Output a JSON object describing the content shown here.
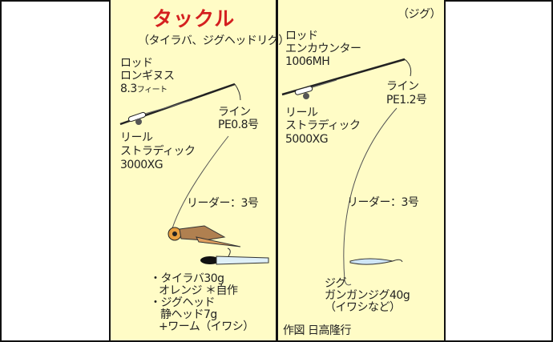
{
  "title": "タックル",
  "left": {
    "subtitle": "（タイラバ、ジグヘッドリグ）",
    "rod_label": "ロッド",
    "rod_name": "ロンギヌス",
    "rod_length": "8.3",
    "rod_unit": "フィート",
    "line_label": "ライン",
    "line_value": "PE0.8号",
    "reel_label": "リール",
    "reel_name": "ストラディック",
    "reel_model": "3000XG",
    "leader": "リーダー：3号",
    "lure1_line1": "・タイラバ30g",
    "lure1_line2": "オレンジ ＊自作",
    "lure2_line1": "・ジグヘッド",
    "lure2_line2": "静ヘッド7g",
    "lure2_line3": "+ワーム（イワシ）"
  },
  "right": {
    "subtitle": "（ジグ）",
    "rod_label": "ロッド",
    "rod_name": "エンカウンター",
    "rod_model": "1006MH",
    "line_label": "ライン",
    "line_value": "PE1.2号",
    "reel_label": "リール",
    "reel_name": "ストラディック",
    "reel_model": "5000XG",
    "leader": "リーダー：3号",
    "jig_label": "ジグ",
    "jig_name": "ガンガンジグ40g",
    "jig_note": "（イワシなど）",
    "credit": "作図 日高隆行"
  },
  "colors": {
    "panel": "#fffcc6",
    "title": "#d42020"
  }
}
